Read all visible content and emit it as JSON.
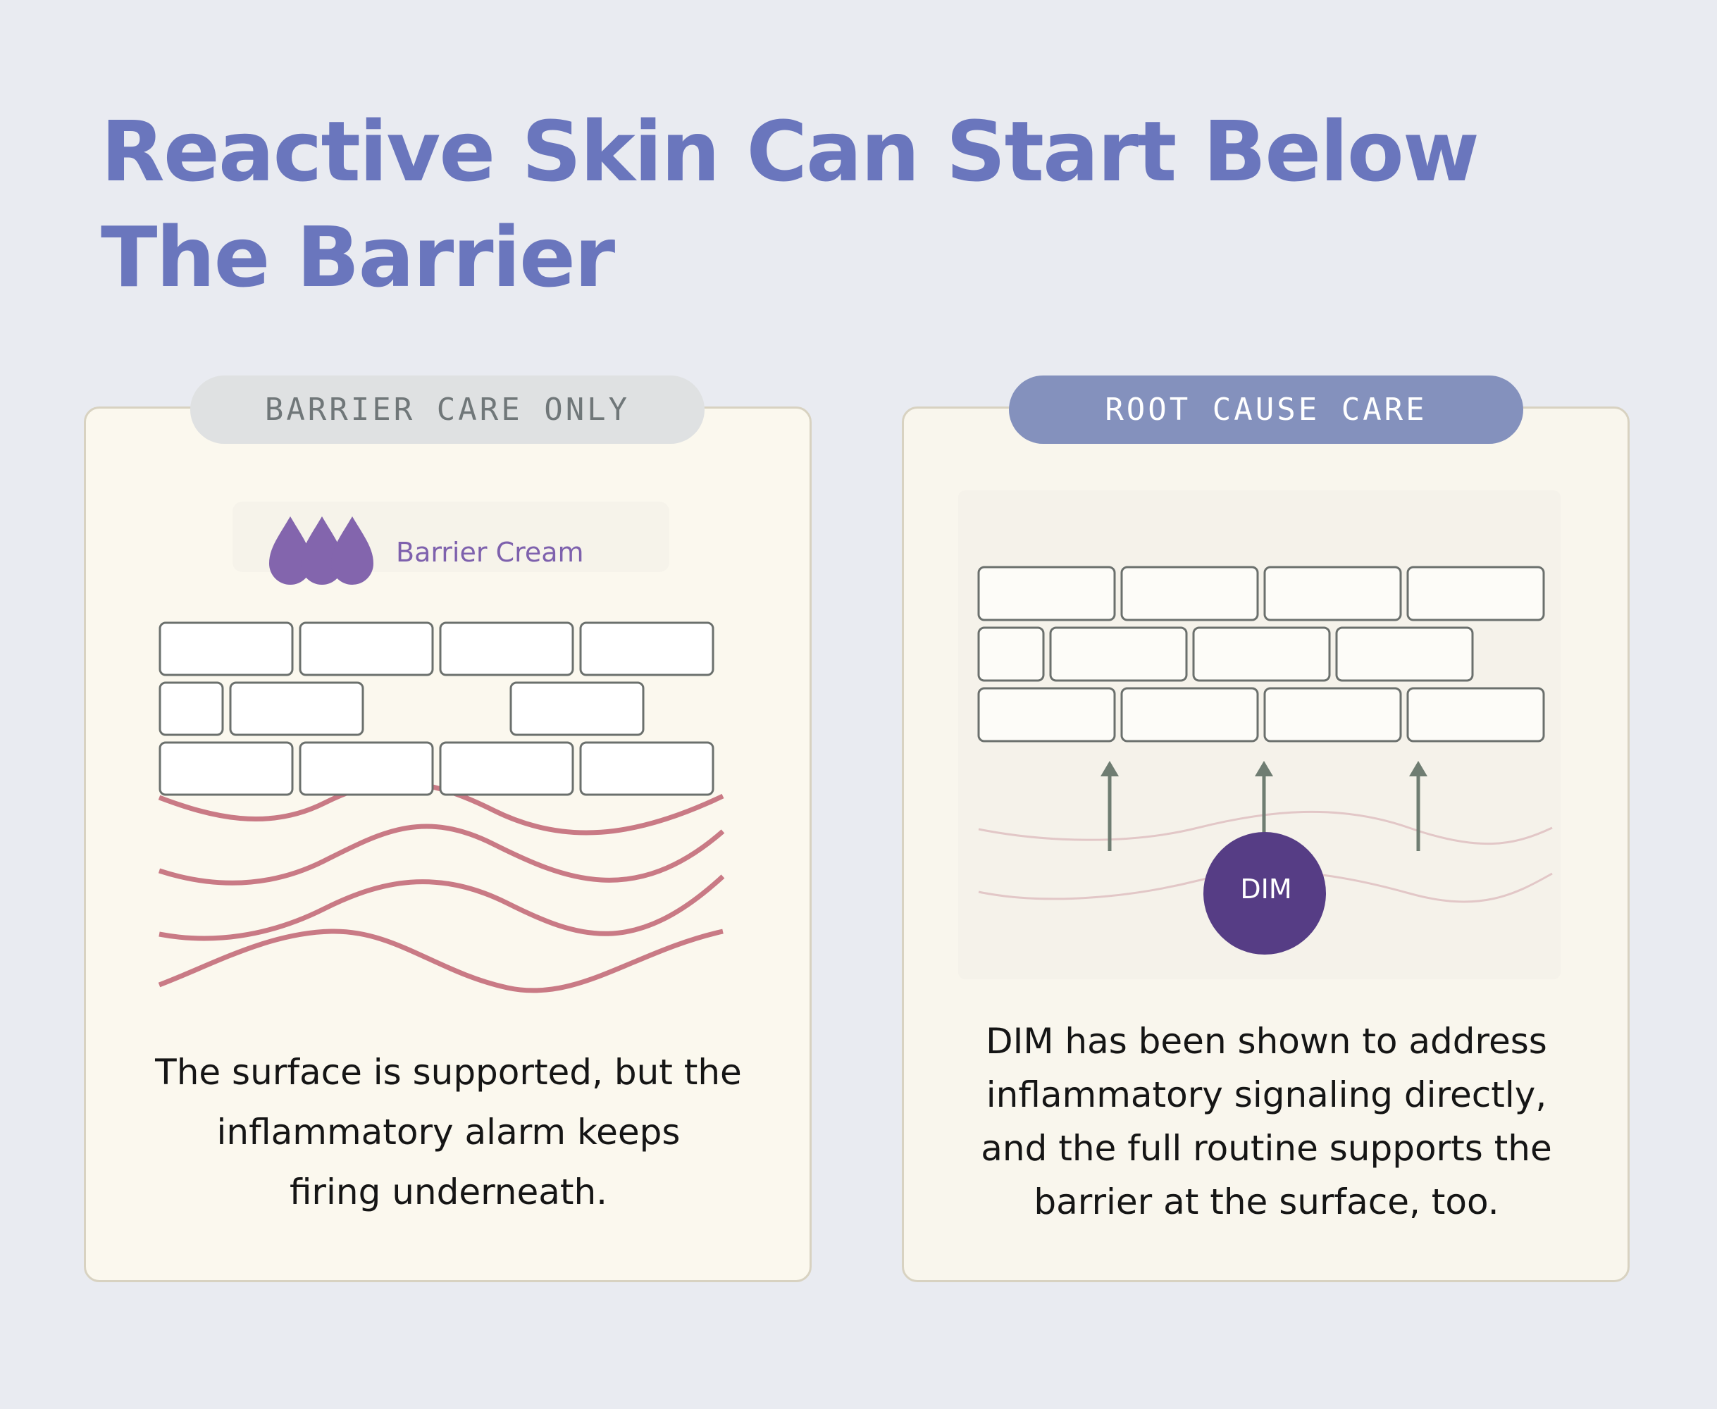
{
  "title": {
    "line1": "Reactive Skin Can Start Below",
    "line2": "The Barrier"
  },
  "left_panel": {
    "tag": "BARRIER CARE ONLY",
    "cream_label": "Barrier Cream",
    "caption_lines": [
      "The surface is supported, but the",
      "inflammatory alarm keeps",
      "firing underneath."
    ]
  },
  "right_panel": {
    "tag": "ROOT CAUSE CARE",
    "badge": "DIM",
    "caption_lines": [
      "DIM has been shown to address",
      "inflammatory signaling directly,",
      "and the full routine supports the",
      "barrier at the surface, too."
    ]
  },
  "colors": {
    "title": "#6a76bd",
    "wave": "#c97a85",
    "faint_wave": "#e2c7c7",
    "drop": "#8365ad",
    "dim_circle": "#563d85",
    "arrow": "#6f7d72",
    "brick_stroke": "#6b706d"
  },
  "icons": [
    "droplets-icon",
    "arrow-up-icon"
  ]
}
